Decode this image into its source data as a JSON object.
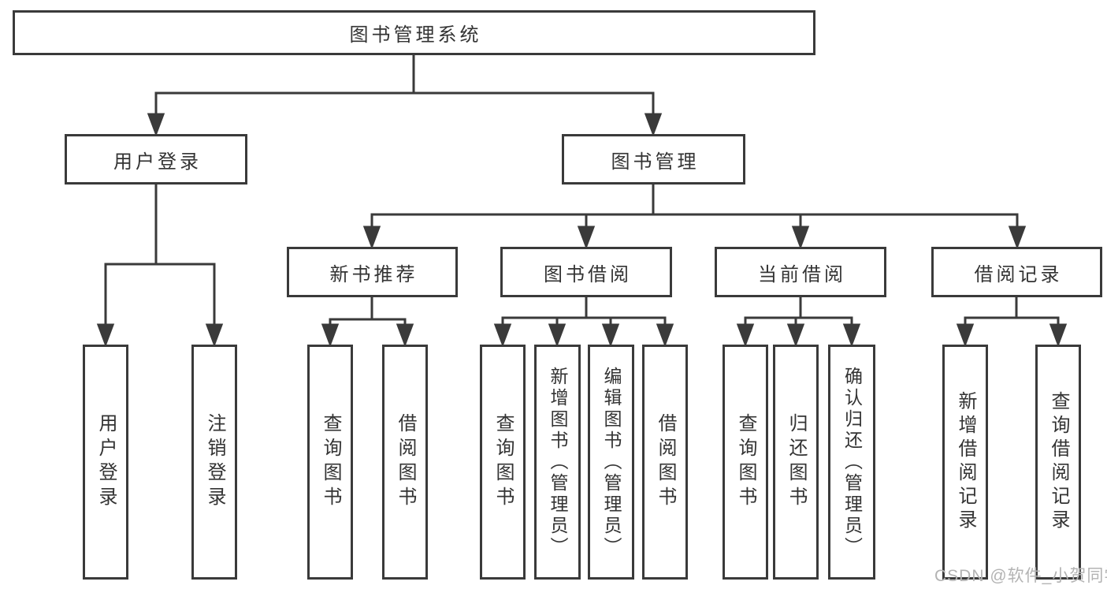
{
  "diagram": {
    "tree": {
      "label": "图书管理系统",
      "children": [
        {
          "label": "用户登录",
          "children": [
            {
              "label": "用户登录"
            },
            {
              "label": "注销登录"
            }
          ]
        },
        {
          "label": "图书管理",
          "children": [
            {
              "label": "新书推荐",
              "children": [
                {
                  "label": "查询图书"
                },
                {
                  "label": "借阅图书"
                }
              ]
            },
            {
              "label": "图书借阅",
              "children": [
                {
                  "label": "查询图书"
                },
                {
                  "label": "新增图书（管理员）"
                },
                {
                  "label": "编辑图书（管理员）"
                },
                {
                  "label": "借阅图书"
                }
              ]
            },
            {
              "label": "当前借阅",
              "children": [
                {
                  "label": "查询图书"
                },
                {
                  "label": "归还图书"
                },
                {
                  "label": "确认归还（管理员）"
                }
              ]
            },
            {
              "label": "借阅记录",
              "children": [
                {
                  "label": "新增借阅记录"
                },
                {
                  "label": "查询借阅记录"
                }
              ]
            }
          ]
        }
      ]
    },
    "colors": {
      "line": "#3a3a3a",
      "node_border": "#3a3a3a",
      "node_text": "#333333",
      "background": "#ffffff",
      "watermark": "#b3b3b3"
    }
  },
  "watermark": "CSDN @软件_小贺同学"
}
